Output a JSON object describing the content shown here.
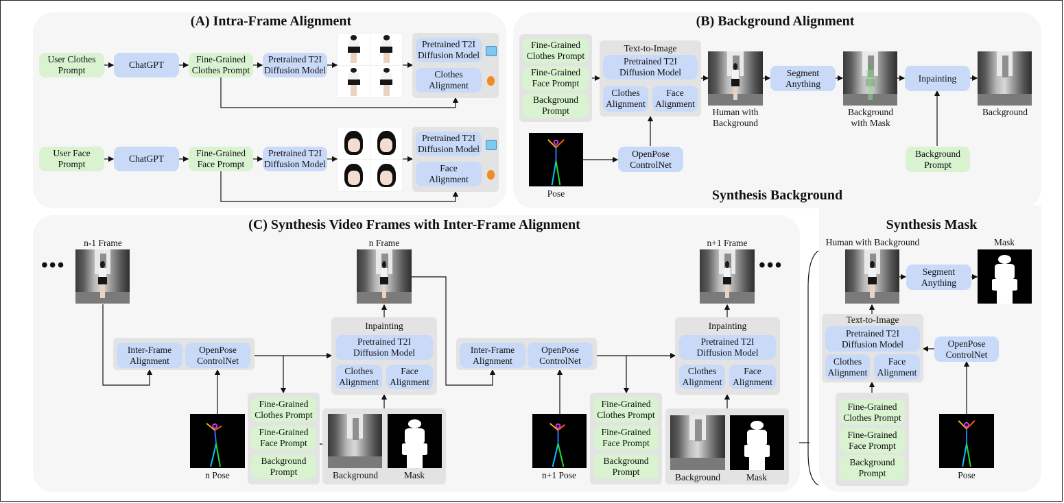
{
  "panel_a": {
    "title": "(A) Intra-Frame Alignment",
    "user_clothes_prompt": "User Clothes\nPrompt",
    "user_face_prompt": "User Face\nPrompt",
    "chatgpt": "ChatGPT",
    "fine_clothes": "Fine-Grained\nClothes Prompt",
    "fine_face": "Fine-Grained\nFace Prompt",
    "pretrained": "Pretrained T2I\nDiffusion Model",
    "clothes_alignment": "Clothes\nAlignment",
    "face_alignment": "Face\nAlignment"
  },
  "panel_b": {
    "title": "(B) Background Alignment",
    "subtitle": "Synthesis Background",
    "fine_clothes": "Fine-Grained\nClothes Prompt",
    "fine_face": "Fine-Grained\nFace Prompt",
    "background_prompt": "Background\nPrompt",
    "t2i_label": "Text-to-Image",
    "pretrained": "Pretrained T2I\nDiffusion Model",
    "clothes_alignment": "Clothes\nAlignment",
    "face_alignment": "Face\nAlignment",
    "openpose": "OpenPose\nControlNet",
    "pose": "Pose",
    "human_with_background": "Human with\nBackground",
    "segment_anything": "Segment\nAnything",
    "background_with_mask": "Background\nwith Mask",
    "inpainting": "Inpainting",
    "background": "Background",
    "background_prompt_2": "Background\nPrompt"
  },
  "panel_c": {
    "title": "(C) Synthesis Video Frames with Inter-Frame Alignment",
    "n_minus_1_frame": "n-1 Frame",
    "n_frame": "n Frame",
    "n_plus_1_frame": "n+1 Frame",
    "ellipsis": "•••",
    "inter_frame": "Inter-Frame\nAlignment",
    "openpose": "OpenPose\nControlNet",
    "inpainting": "Inpainting",
    "pretrained": "Pretrained T2I\nDiffusion Model",
    "clothes_alignment": "Clothes\nAlignment",
    "face_alignment": "Face\nAlignment",
    "fine_clothes": "Fine-Grained\nClothes Prompt",
    "fine_face": "Fine-Grained\nFace Prompt",
    "background_prompt": "Background\nPrompt",
    "n_pose": "n Pose",
    "n_plus_1_pose": "n+1 Pose",
    "background": "Background",
    "mask": "Mask"
  },
  "panel_mask": {
    "title": "Synthesis Mask",
    "human_with_background": "Human with Background",
    "mask": "Mask",
    "segment_anything": "Segment\nAnything",
    "t2i_label": "Text-to-Image",
    "pretrained": "Pretrained T2I\nDiffusion Model",
    "clothes_alignment": "Clothes\nAlignment",
    "face_alignment": "Face\nAlignment",
    "openpose": "OpenPose\nControlNet",
    "fine_clothes": "Fine-Grained\nClothes Prompt",
    "fine_face": "Fine-Grained\nFace Prompt",
    "background_prompt": "Background\nPrompt",
    "pose": "Pose"
  },
  "icons": {
    "frozen": "ice-cube-icon",
    "trainable": "fire-icon"
  },
  "colors": {
    "model_box": "#c9daf8",
    "prompt_box": "#d9f2d0",
    "group_box": "#e3e3e3",
    "panel": "#f6f6f6"
  }
}
